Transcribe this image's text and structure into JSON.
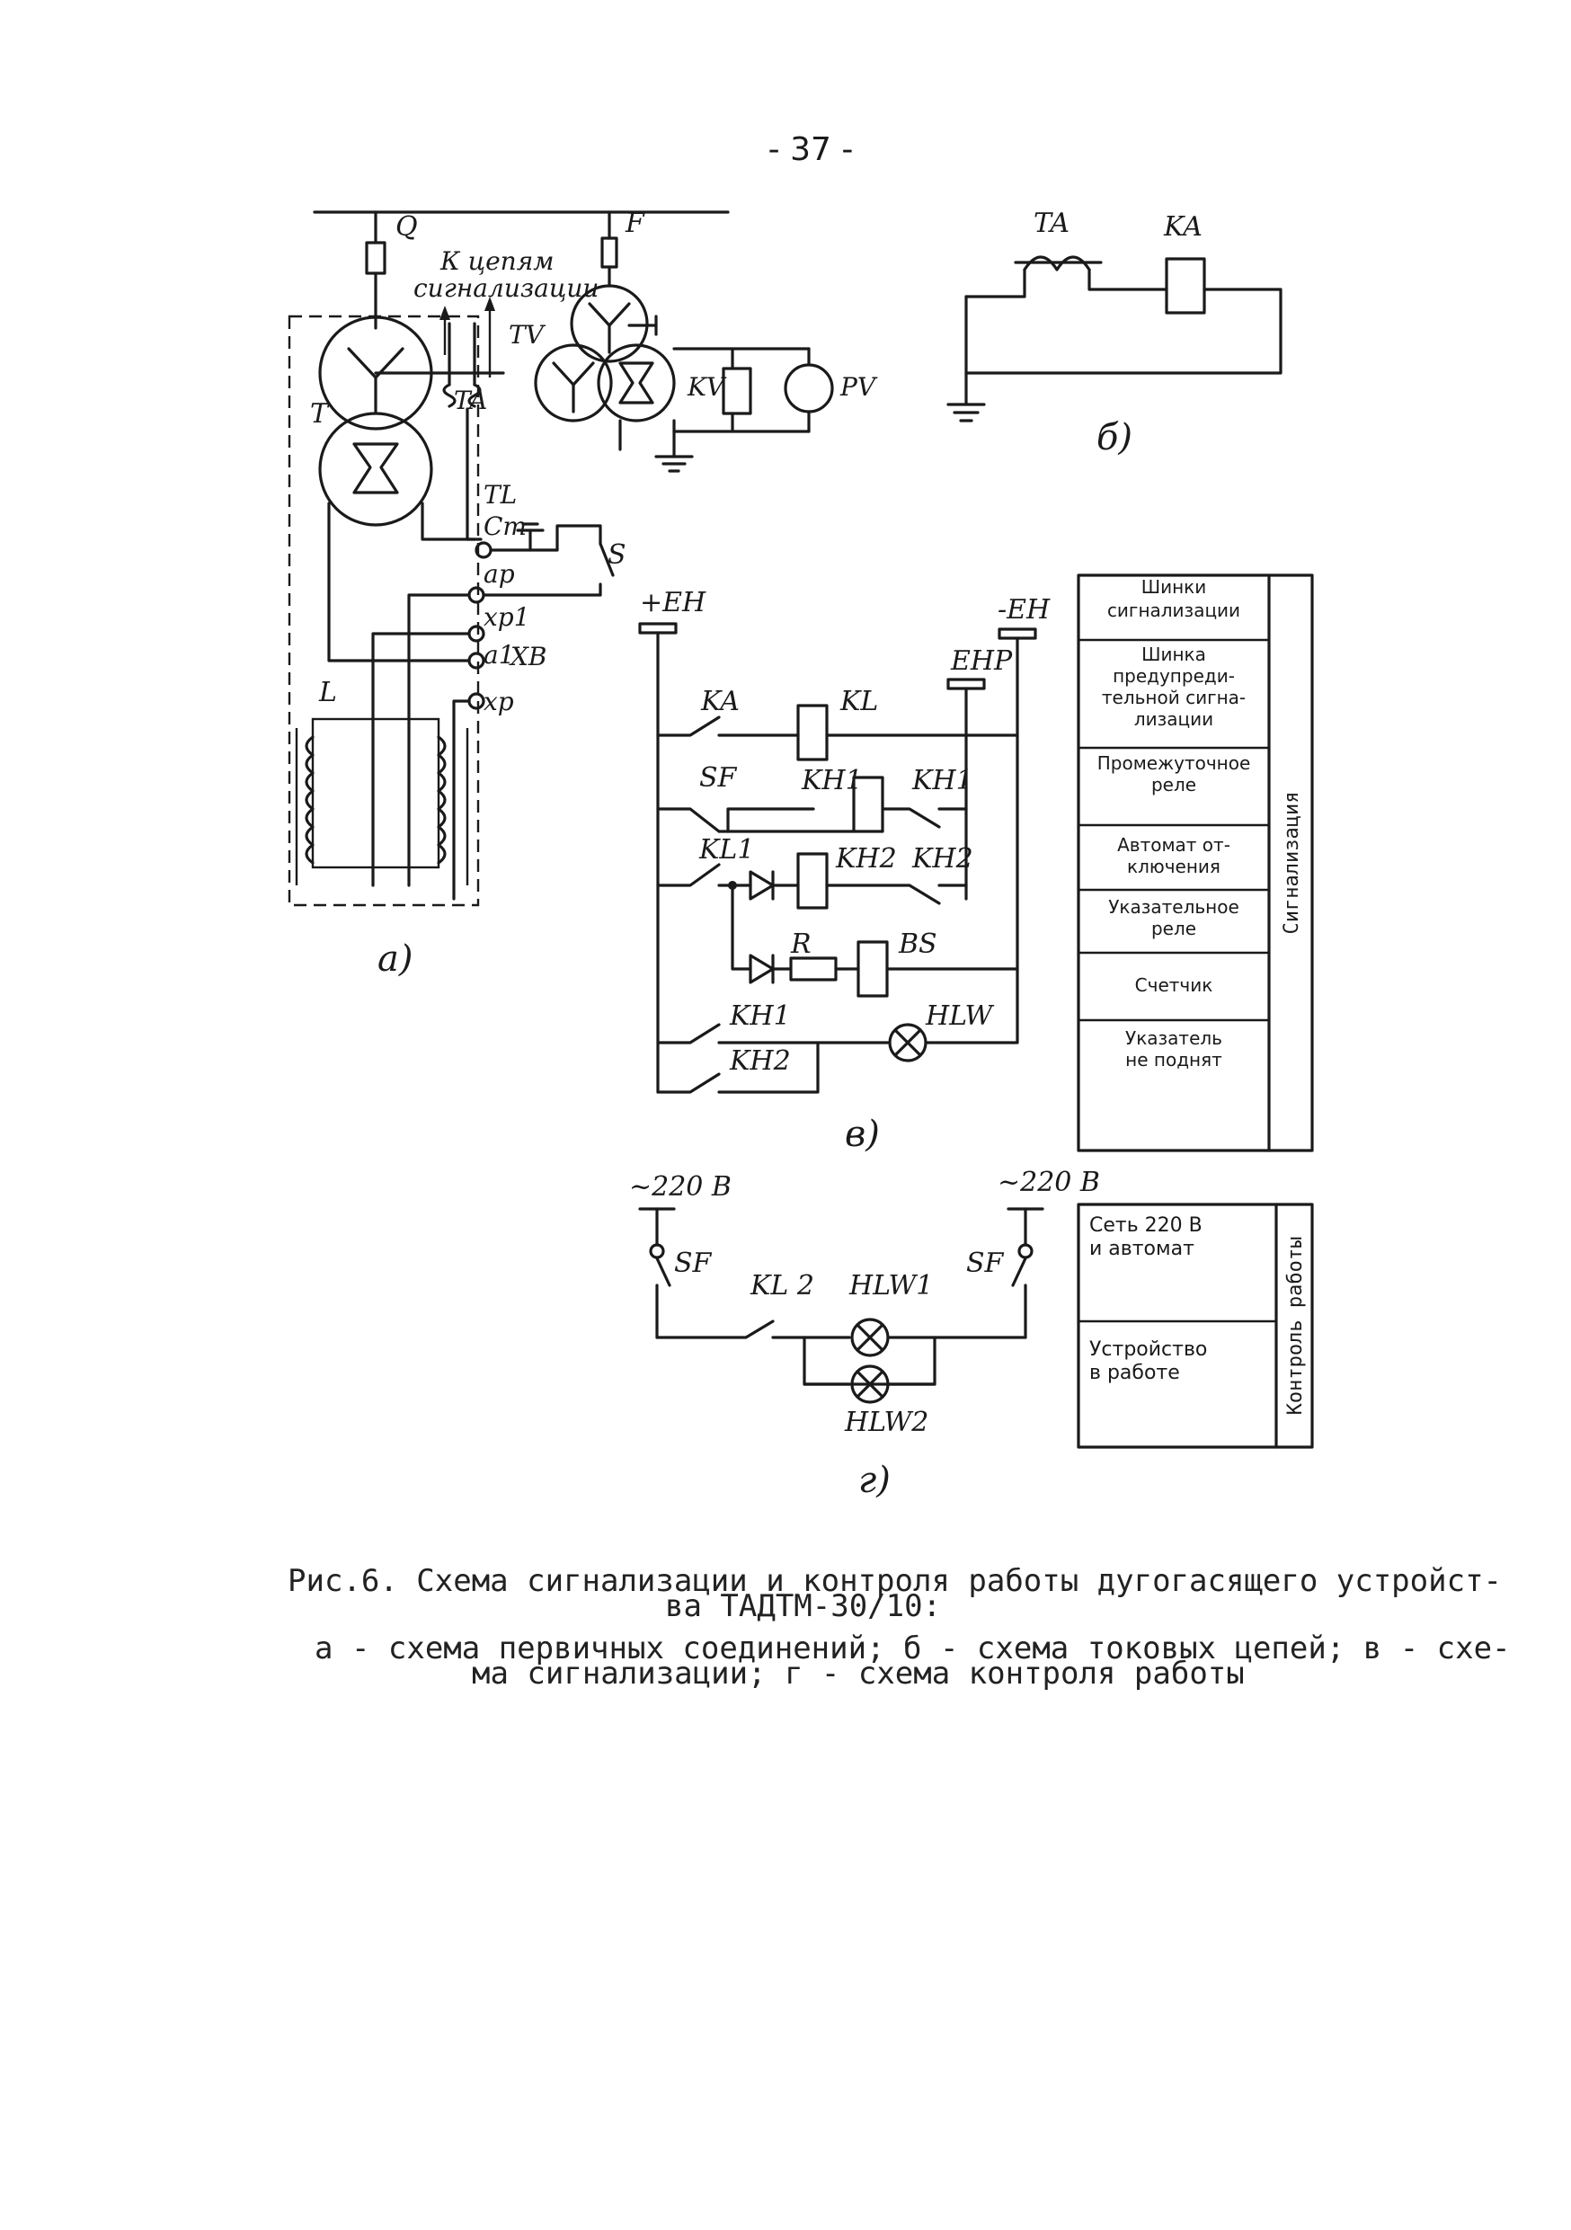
{
  "page_number": "- 37 -",
  "diagram_a": {
    "labels": {
      "Q": "Q",
      "F": "F",
      "to_signal": "К цепям",
      "to_signal2": "сигнализации",
      "TV": "TV",
      "TA": "TA",
      "T": "T",
      "KV": "KV",
      "PV": "PV",
      "TL": "TL",
      "CT": "Cт",
      "S": "S",
      "ap": "ap",
      "xp1": "xp1",
      "a1": "a1",
      "XB": "XB",
      "xp": "xp",
      "L": "L"
    },
    "caption": "а)"
  },
  "diagram_b": {
    "labels": {
      "TA": "TA",
      "KA": "KA"
    },
    "caption": "б)"
  },
  "diagram_v": {
    "labels": {
      "plusEH": "+EH",
      "minusEH": "-EH",
      "EHP": "EHP",
      "KA": "KA",
      "KL": "KL",
      "SF": "SF",
      "KH1a": "KH1",
      "KH1b": "KH1",
      "KL1": "KL1",
      "KH2a": "KH2",
      "KH2b": "KH2",
      "R": "R",
      "BS": "BS",
      "KH1c": "KH1",
      "HLW": "HLW",
      "KH2c": "KH2"
    },
    "caption": "в)",
    "table_side": "Сигнализация",
    "table_rows": [
      [
        "Шинки",
        "сигнализации"
      ],
      [
        "Шинка",
        "предупреди-",
        "тельной сигна-",
        "лизации"
      ],
      [
        "Промежуточное",
        "реле"
      ],
      [
        "Автомат от-",
        "ключения"
      ],
      [
        "Указательное",
        "реле"
      ],
      [
        "Счетчик"
      ],
      [
        "Указатель",
        "не поднят"
      ]
    ]
  },
  "diagram_g": {
    "labels": {
      "v220a": "~220 В",
      "v220b": "~220 В",
      "SFa": "SF",
      "SFb": "SF",
      "KL2": "KL 2",
      "HLW1": "HLW1",
      "HLW2": "HLW2"
    },
    "caption": "г)",
    "table_side": "Контроль работы",
    "table_rows": [
      [
        "Сеть 220 В",
        "и автомат"
      ],
      [
        "Устройство",
        "в работе"
      ]
    ]
  },
  "caption": {
    "line1": "Рис.6. Схема сигнализации и контроля работы дугогасящего устройст-",
    "line2": "ва ТАДТМ-30/10:",
    "line3": "а - схема первичных соединений; б - схема токовых цепей; в - схе-",
    "line4": "ма сигнализации; г - схема контроля работы"
  }
}
